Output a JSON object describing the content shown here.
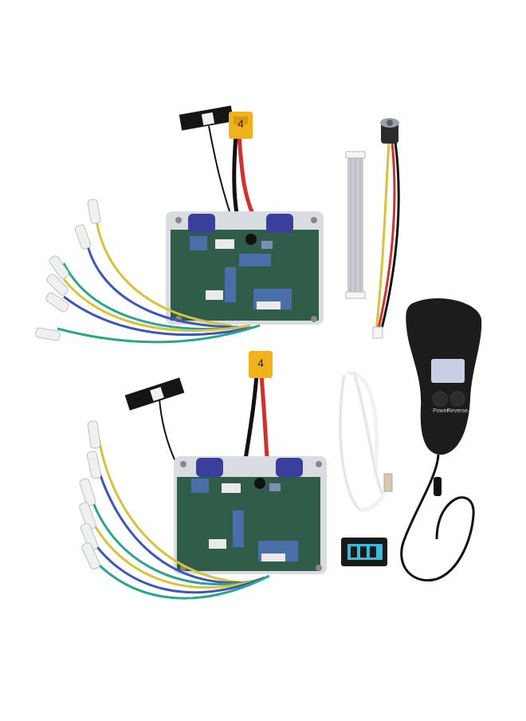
{
  "product": {
    "remote": {
      "power_label": "Power",
      "reverse_label": "Reverse"
    },
    "xt60_top_mark": "4",
    "xt60_bottom_mark": "4"
  },
  "colors": {
    "pcb_green": "#2f5d4a",
    "pcb_base": "#d9dce0",
    "capacitor_blue": "#3b3f9c",
    "wire_yellow": "#d8c23a",
    "wire_blue": "#3b56b8",
    "wire_green": "#2aa58a",
    "wire_red": "#d0312d",
    "xt60_yellow": "#f2b21b",
    "remote_black": "#1c1c1c",
    "lcd": "#c8cfe4"
  }
}
